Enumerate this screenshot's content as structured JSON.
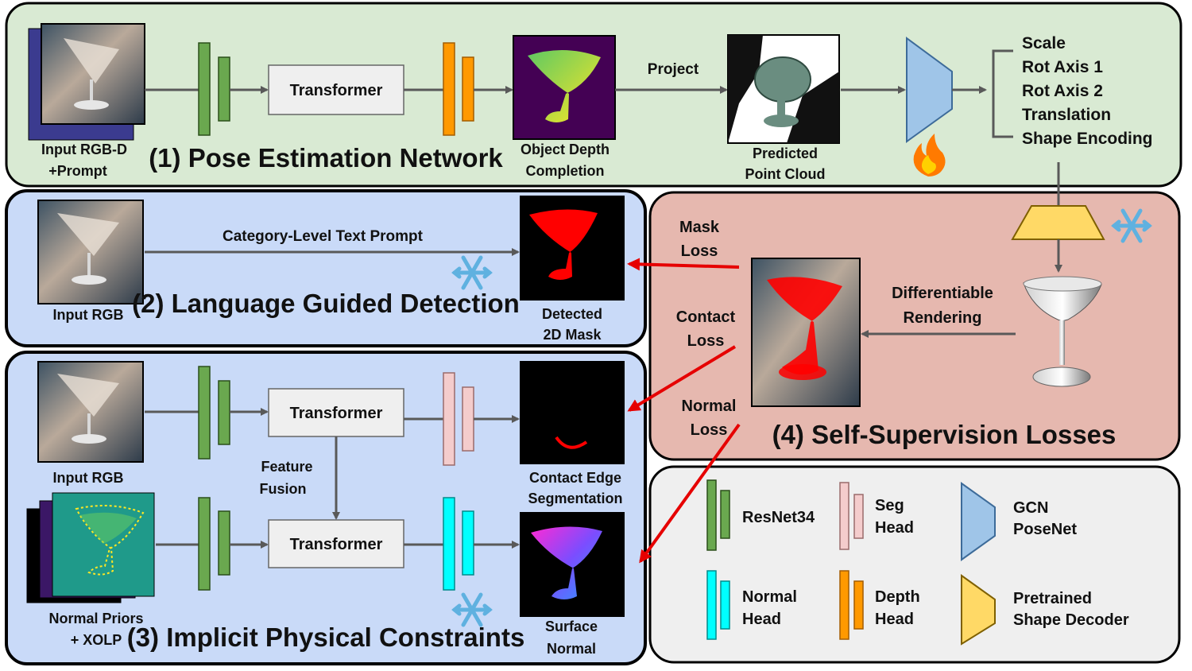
{
  "sections": {
    "pose": {
      "title": "(1) Pose Estimation Network",
      "input_label_1": "Input RGB-D",
      "input_label_2": "+Prompt",
      "transformer": "Transformer",
      "depth_label_1": "Object Depth",
      "depth_label_2": "Completion",
      "project": "Project",
      "cloud_label_1": "Predicted",
      "cloud_label_2": "Point Cloud",
      "outputs": [
        "Scale",
        "Rot Axis 1",
        "Rot Axis 2",
        "Translation",
        "Shape Encoding"
      ]
    },
    "detection": {
      "title": "(2) Language Guided Detection",
      "input_label": "Input RGB",
      "prompt": "Category-Level Text Prompt",
      "mask_label_1": "Detected",
      "mask_label_2": "2D Mask"
    },
    "physical": {
      "title": "(3) Implicit Physical Constraints",
      "input_label": "Input RGB",
      "transformer_top": "Transformer",
      "transformer_bottom": "Transformer",
      "fusion_1": "Feature",
      "fusion_2": "Fusion",
      "contact_label_1": "Contact Edge",
      "contact_label_2": "Segmentation",
      "priors_label_1": "Normal Priors",
      "priors_label_2": "+ XOLP",
      "normal_label_1": "Surface",
      "normal_label_2": "Normal"
    },
    "losses": {
      "title": "(4) Self-Supervision Losses",
      "mask_loss_1": "Mask",
      "mask_loss_2": "Loss",
      "contact_loss_1": "Contact",
      "contact_loss_2": "Loss",
      "normal_loss_1": "Normal",
      "normal_loss_2": "Loss",
      "diff_1": "Differentiable",
      "diff_2": "Rendering"
    }
  },
  "legend": [
    {
      "id": "resnet",
      "l1": "ResNet34",
      "l2": "",
      "color": "#6aa84f"
    },
    {
      "id": "seg",
      "l1": "Seg",
      "l2": "Head",
      "color": "#f4cccc"
    },
    {
      "id": "gcn",
      "l1": "GCN",
      "l2": "PoseNet",
      "color": "#9fc5e8"
    },
    {
      "id": "normal",
      "l1": "Normal",
      "l2": "Head",
      "color": "#00ffff"
    },
    {
      "id": "depth",
      "l1": "Depth",
      "l2": "Head",
      "color": "#ff9900"
    },
    {
      "id": "decoder",
      "l1": "Pretrained",
      "l2": "Shape Decoder",
      "color": "#ffd966"
    }
  ],
  "colors": {
    "pose_bg": "#d9ead3",
    "detect_bg": "#c9daf8",
    "loss_bg": "#e6b8af",
    "legend_bg": "#efefef",
    "arrow": "#595959",
    "loss_arrow": "#e60000"
  },
  "icons": [
    "snowflake-icon",
    "fire-icon"
  ]
}
